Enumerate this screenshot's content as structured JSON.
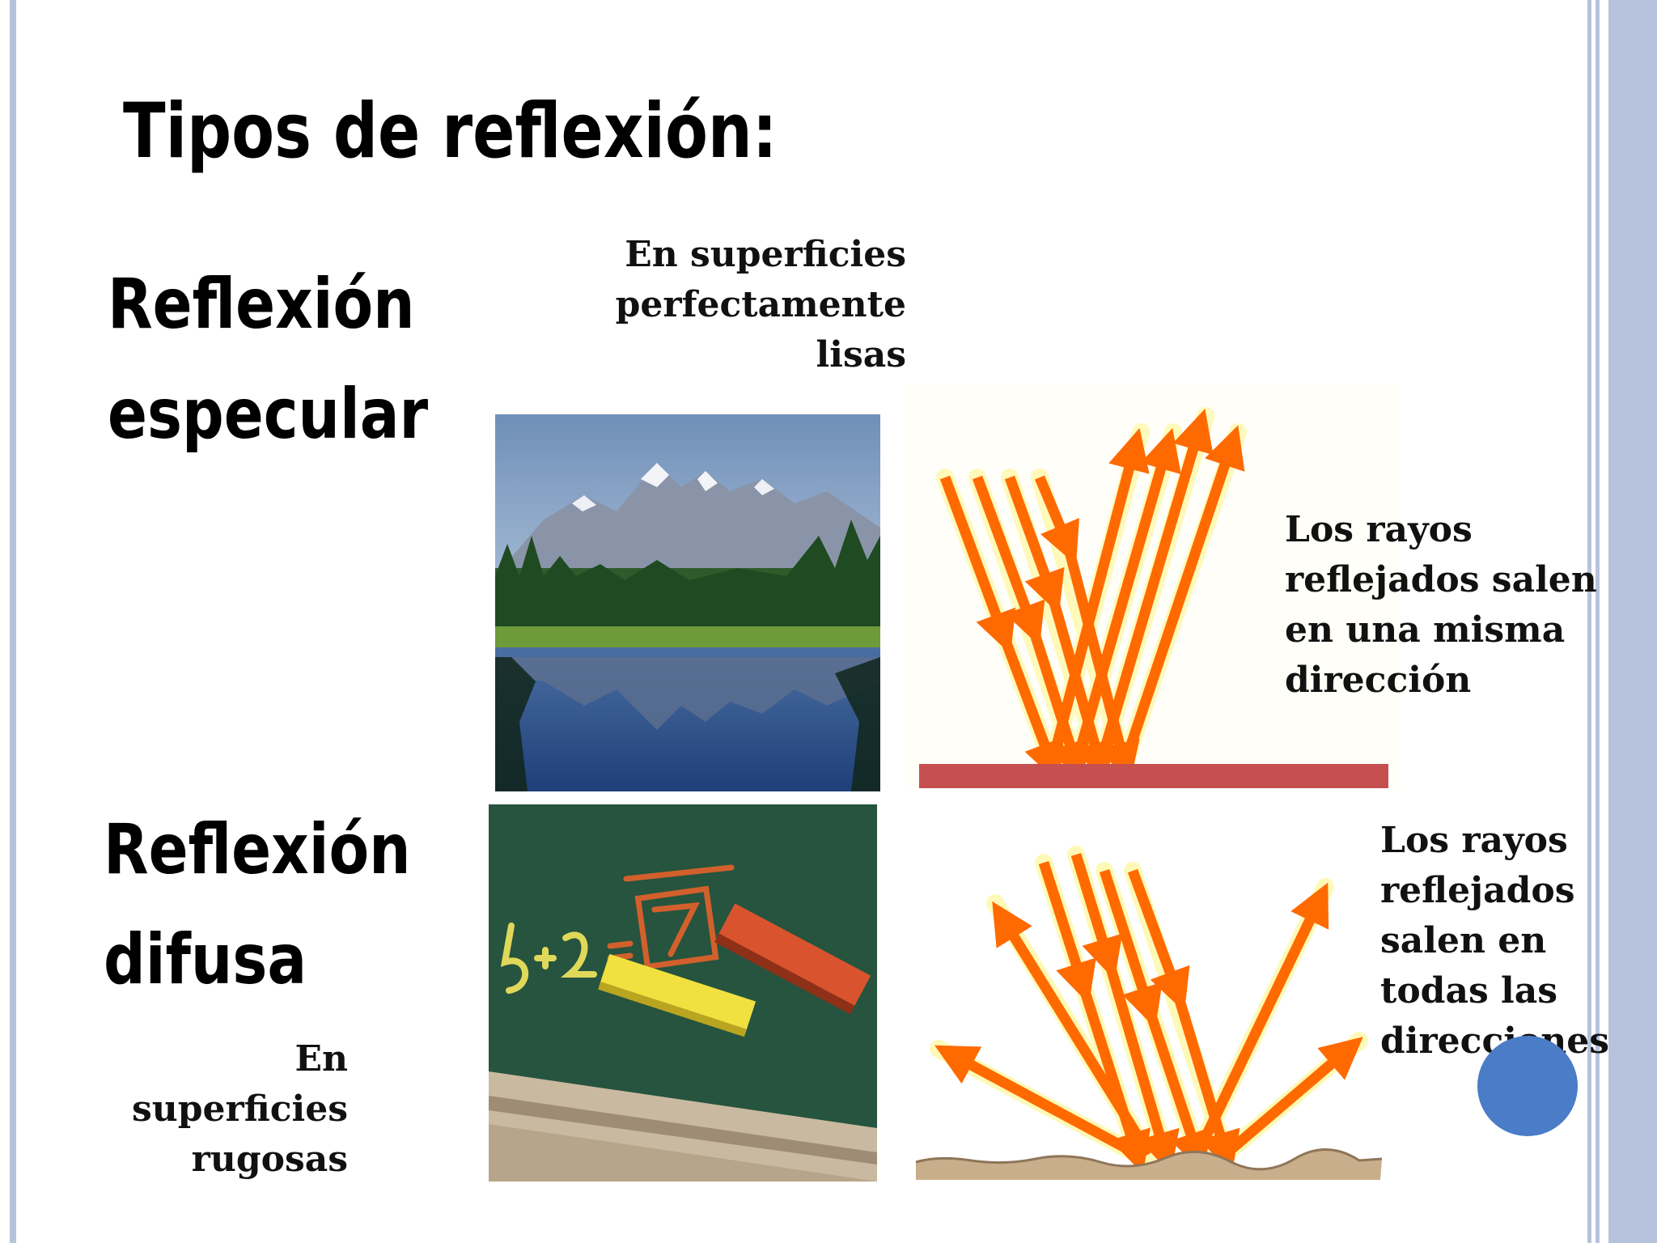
{
  "slide": {
    "title": "Tipos de reflexión:",
    "specular": {
      "title_lines": [
        "Reflexión",
        "especular"
      ],
      "surface_lines": [
        "En superficies",
        "perfectamente",
        "lisas"
      ],
      "rays_lines": [
        "Los rayos",
        "reflejados salen",
        "en una misma",
        "dirección"
      ]
    },
    "diffuse": {
      "title_lines": [
        "Reflexión",
        "difusa"
      ],
      "surface_lines": [
        "En",
        "superficies",
        "rugosas"
      ],
      "rays_lines": [
        "Los rayos",
        "reflejados",
        "salen en",
        "todas las",
        "direcciones"
      ]
    }
  },
  "colors": {
    "ray": "#ff6a00",
    "ray_glow": "#fff8a0",
    "mirror": "#c65050",
    "rough_surface": "#c9ae8c",
    "frame": "#b7c3dc",
    "dot": "#4a7cc7"
  },
  "images": {
    "specular_photo": "mountain-lake-reflection",
    "diffuse_photo": "chalkboard-with-chalk"
  }
}
